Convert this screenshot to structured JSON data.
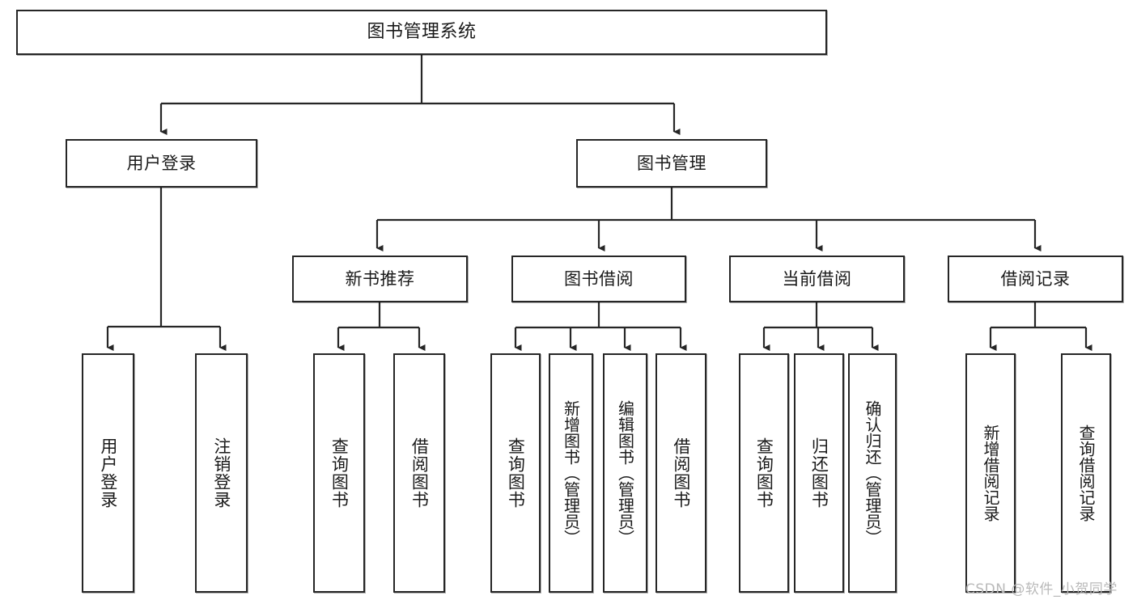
{
  "diagram": {
    "title": "图书管理系统",
    "root": {
      "label": "图书管理系统"
    },
    "level2": [
      {
        "label": "用户登录"
      },
      {
        "label": "图书管理"
      }
    ],
    "level3": [
      {
        "label": "新书推荐"
      },
      {
        "label": "图书借阅"
      },
      {
        "label": "当前借阅"
      },
      {
        "label": "借阅记录"
      }
    ],
    "leaves": {
      "user_login": [
        {
          "label": "用户登录"
        },
        {
          "label": "注销登录"
        }
      ],
      "new_book_recommend": [
        {
          "label": "查询图书"
        },
        {
          "label": "借阅图书"
        }
      ],
      "book_borrow": [
        {
          "label": "查询图书"
        },
        {
          "label": "新增图书（管理员）"
        },
        {
          "label": "编辑图书（管理员）"
        },
        {
          "label": "借阅图书"
        }
      ],
      "current_borrow": [
        {
          "label": "查询图书"
        },
        {
          "label": "归还图书"
        },
        {
          "label": "确认归还（管理员）"
        }
      ],
      "borrow_record": [
        {
          "label": "新增借阅记录"
        },
        {
          "label": "查询借阅记录"
        }
      ]
    }
  },
  "watermark": {
    "text": "CSDN @软件_小贺同学"
  },
  "colors": {
    "border": "#262626",
    "text": "#1a1a1a",
    "background": "#ffffff",
    "watermark": "#b9b9b9"
  }
}
